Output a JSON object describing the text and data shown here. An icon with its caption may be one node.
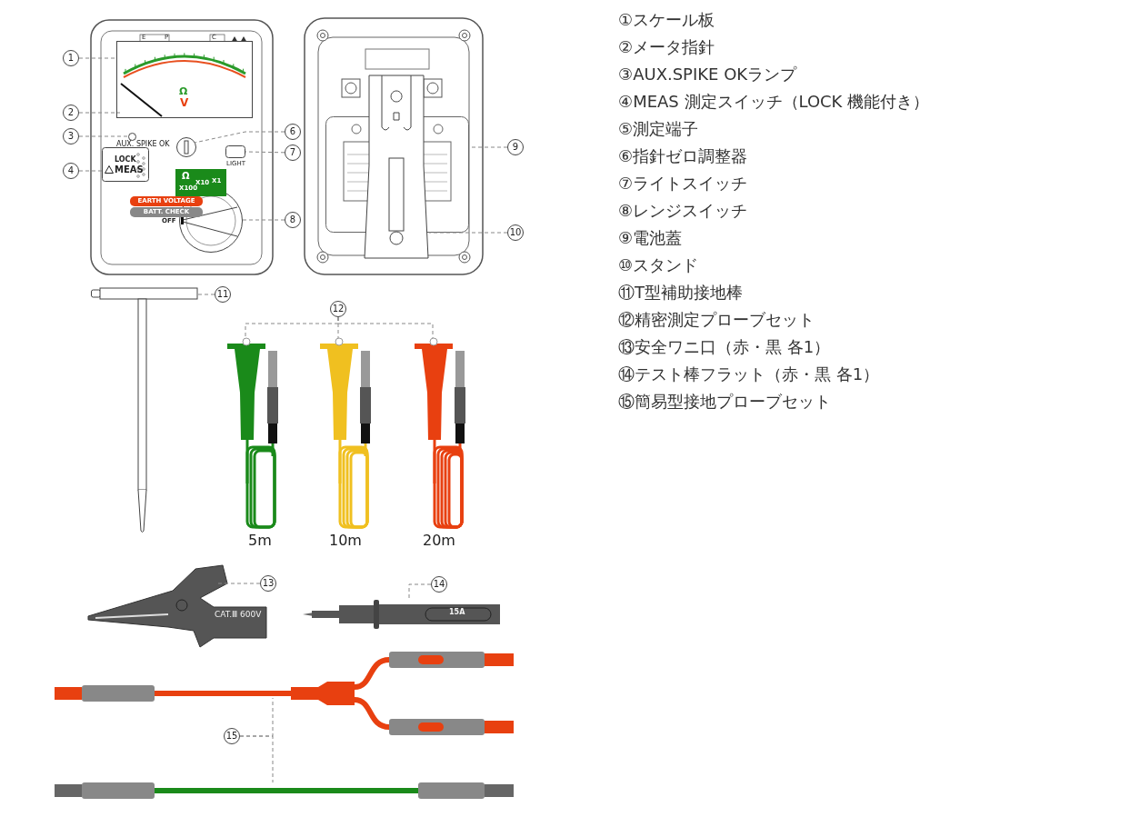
{
  "diagram": {
    "nodes": [
      {
        "text": [
          "1"
        ]
      },
      {
        "text": [
          "2"
        ]
      },
      {
        "text": [
          "3"
        ]
      },
      {
        "text": [
          "4"
        ]
      },
      {
        "text": [
          "6"
        ]
      },
      {
        "text": [
          "7"
        ]
      },
      {
        "text": [
          "8"
        ]
      },
      {
        "text": [
          "9"
        ]
      },
      {
        "text": [
          "10"
        ]
      },
      {
        "text": [
          "11"
        ]
      },
      {
        "text": [
          "12"
        ]
      },
      {
        "text": [
          "13"
        ]
      },
      {
        "text": [
          "14"
        ]
      },
      {
        "text": [
          "15"
        ]
      },
      {
        "text": [],
        "shape": "picture"
      },
      {
        "text": [],
        "shape": "picture",
        "in": 14
      },
      {
        "text": [],
        "shape": "circle"
      },
      {
        "text": [],
        "shape": "box"
      },
      {
        "text": [],
        "shape": "circle"
      },
      {
        "text": [],
        "shape": "box"
      },
      {
        "text": [],
        "shape": "circle"
      },
      {
        "text": [],
        "shape": "box"
      },
      {
        "text": [],
        "shape": "picture"
      },
      {
        "text": [],
        "shape": "picture"
      },
      {
        "text": [],
        "shape": "picture"
      },
      {
        "text": [],
        "shape": "picture"
      },
      {
        "text": [],
        "shape": "picture"
      },
      {
        "text": [],
        "shape": "picture"
      },
      {
        "text": [],
        "shape": "picture"
      },
      {
        "text": [],
        "shape": "picture"
      },
      {
        "text": [],
        "shape": "picture"
      }
    ],
    "edges": [
      {
        "from": 0,
        "to": 14,
        "arrow": "none",
        "style": "dashed"
      },
      {
        "from": 1,
        "to": 15,
        "arrow": "none",
        "style": "dashed"
      },
      {
        "from": 2,
        "to": 16,
        "arrow": "none",
        "style": "dashed"
      },
      {
        "from": 3,
        "to": 17,
        "arrow": "none",
        "style": "dashed"
      },
      {
        "from": 4,
        "to": 18,
        "arrow": "none",
        "style": "dashed"
      },
      {
        "from": 5,
        "to": 19,
        "arrow": "none",
        "style": "dashed"
      },
      {
        "from": 6,
        "to": 20,
        "arrow": "none",
        "style": "dashed"
      },
      {
        "from": 7,
        "to": 21,
        "arrow": "none",
        "style": "dashed"
      },
      {
        "from": 8,
        "to": 22,
        "arrow": "none",
        "style": "dashed"
      },
      {
        "from": 9,
        "to": 23,
        "arrow": "none",
        "style": "dashed"
      },
      {
        "from": 10,
        "to": 24,
        "arrow": "none",
        "style": "dashed"
      },
      {
        "from": 10,
        "to": 25,
        "arrow": "none",
        "style": "dashed"
      },
      {
        "from": 10,
        "to": 26,
        "arrow": "none",
        "style": "dashed"
      },
      {
        "from": 11,
        "to": 27,
        "arrow": "none",
        "style": "dashed"
      },
      {
        "from": 12,
        "to": 28,
        "arrow": "none",
        "style": "dashed"
      },
      {
        "from": 13,
        "to": 29,
        "arrow": "none",
        "style": "dashed"
      },
      {
        "from": 13,
        "to": 30,
        "arrow": "none",
        "style": "dashed"
      }
    ],
    "labels": [
      "E",
      "P",
      "C",
      "Ω",
      "V",
      "AUX. SPIKE OK",
      "LOCK",
      "MEAS",
      "LIGHT",
      "Ω",
      "X100",
      "X10",
      "X1",
      "EARTH VOLTAGE",
      "BATT. CHECK",
      "OFF",
      "5m",
      "10m",
      "20m",
      "CAT.Ⅲ 600V",
      "15A",
      "①スケール板",
      "②メータ指針",
      "③AUX.SPIKE OKランプ",
      "④MEAS 測定スイッチ（LOCK 機能付き）",
      "⑤測定端子",
      "⑥指針ゼロ調整器",
      "⑦ライトスイッチ",
      "⑧レンジスイッチ",
      "⑨電池蓋",
      "⑩スタンド",
      "⑪T型補助接地棒",
      "⑫精密測定プローブセット",
      "⑬安全ワニ口（赤・黒 各1）",
      "⑭テスト棒フラット（赤・黒 各1）",
      "⑮簡易型接地プローブセット"
    ]
  }
}
